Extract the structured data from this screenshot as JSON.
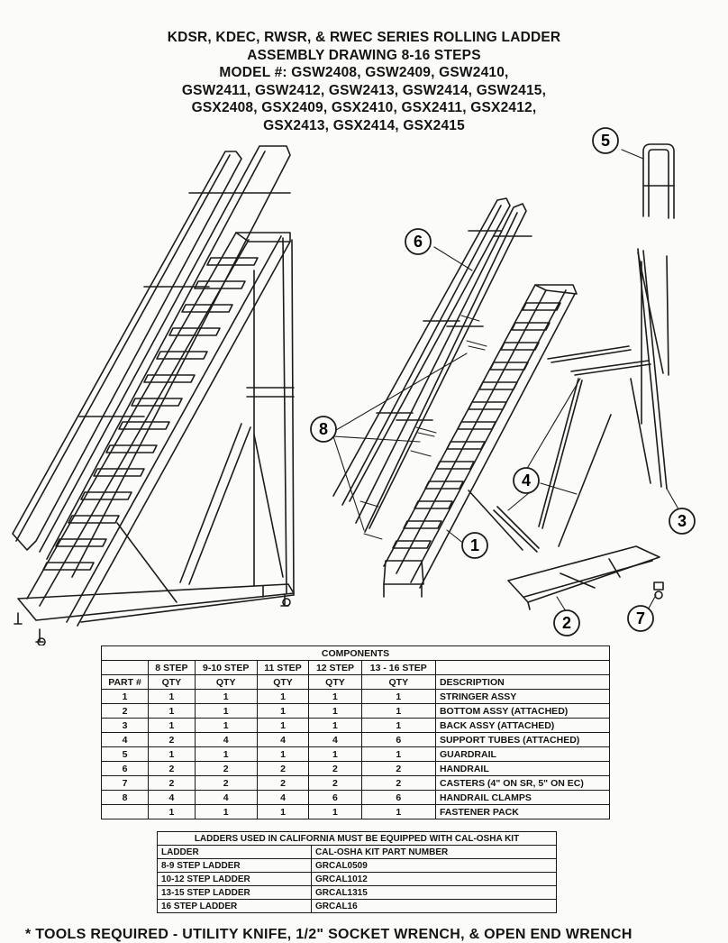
{
  "title_lines": [
    "KDSR, KDEC, RWSR, & RWEC SERIES ROLLING LADDER",
    "ASSEMBLY DRAWING 8-16 STEPS",
    "MODEL #: GSW2408, GSW2409, GSW2410,",
    "GSW2411, GSW2412, GSW2413, GSW2414, GSW2415,",
    "GSX2408, GSX2409, GSX2410, GSX2411, GSX2412,",
    "GSX2413, GSX2414, GSX2415"
  ],
  "callouts": [
    "1",
    "2",
    "3",
    "4",
    "5",
    "6",
    "7",
    "8"
  ],
  "components": {
    "title": "COMPONENTS",
    "step_headers": [
      "8 STEP",
      "9-10 STEP",
      "11 STEP",
      "12 STEP",
      "13 - 16 STEP"
    ],
    "part_header": "PART #",
    "qty_header": "QTY",
    "description_header": "DESCRIPTION",
    "rows": [
      {
        "part": "1",
        "q": [
          "1",
          "1",
          "1",
          "1",
          "1"
        ],
        "desc": "STRINGER ASSY"
      },
      {
        "part": "2",
        "q": [
          "1",
          "1",
          "1",
          "1",
          "1"
        ],
        "desc": "BOTTOM ASSY (ATTACHED)"
      },
      {
        "part": "3",
        "q": [
          "1",
          "1",
          "1",
          "1",
          "1"
        ],
        "desc": "BACK ASSY (ATTACHED)"
      },
      {
        "part": "4",
        "q": [
          "2",
          "4",
          "4",
          "4",
          "6"
        ],
        "desc": "SUPPORT TUBES (ATTACHED)"
      },
      {
        "part": "5",
        "q": [
          "1",
          "1",
          "1",
          "1",
          "1"
        ],
        "desc": "GUARDRAIL"
      },
      {
        "part": "6",
        "q": [
          "2",
          "2",
          "2",
          "2",
          "2"
        ],
        "desc": "HANDRAIL"
      },
      {
        "part": "7",
        "q": [
          "2",
          "2",
          "2",
          "2",
          "2"
        ],
        "desc": "CASTERS (4\" ON SR, 5\" ON EC)"
      },
      {
        "part": "8",
        "q": [
          "4",
          "4",
          "4",
          "6",
          "6"
        ],
        "desc": "HANDRAIL CLAMPS"
      },
      {
        "part": "",
        "q": [
          "1",
          "1",
          "1",
          "1",
          "1"
        ],
        "desc": "FASTENER PACK"
      }
    ]
  },
  "california": {
    "title": "LADDERS USED IN CALIFORNIA MUST BE EQUIPPED WITH CAL-OSHA KIT",
    "col_ladder": "LADDER",
    "col_kit": "CAL-OSHA KIT PART NUMBER",
    "rows": [
      {
        "ladder": "8-9 STEP LADDER",
        "kit": "GRCAL0509"
      },
      {
        "ladder": "10-12 STEP LADDER",
        "kit": "GRCAL1012"
      },
      {
        "ladder": "13-15 STEP LADDER",
        "kit": "GRCAL1315"
      },
      {
        "ladder": "16 STEP LADDER",
        "kit": "GRCAL16"
      }
    ]
  },
  "footer": "* TOOLS REQUIRED - UTILITY KNIFE, 1/2\" SOCKET WRENCH, & OPEN END WRENCH"
}
